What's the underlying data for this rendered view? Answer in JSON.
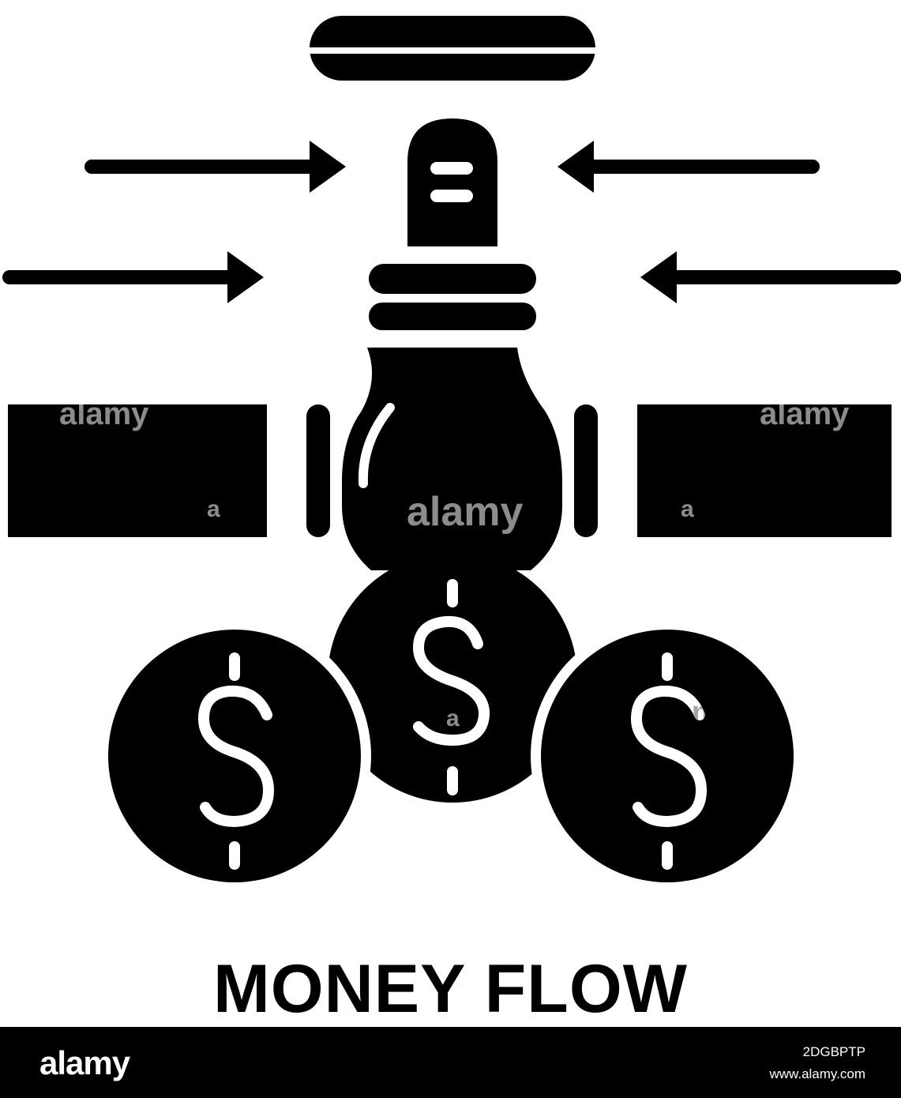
{
  "caption": "MONEY FLOW",
  "footer": {
    "logo": "alamy",
    "image_id": "2DGBPTP",
    "site": "www.alamy.com"
  },
  "watermark": "alamy",
  "watermark_small": "a",
  "icons": {
    "symbol": "dollar-sign",
    "coin": "coin-icon",
    "valve": "valve-icon",
    "arrow": "arrow-icon",
    "pipe": "pipe-icon"
  },
  "colors": {
    "foreground": "#000000",
    "background": "#ffffff"
  }
}
